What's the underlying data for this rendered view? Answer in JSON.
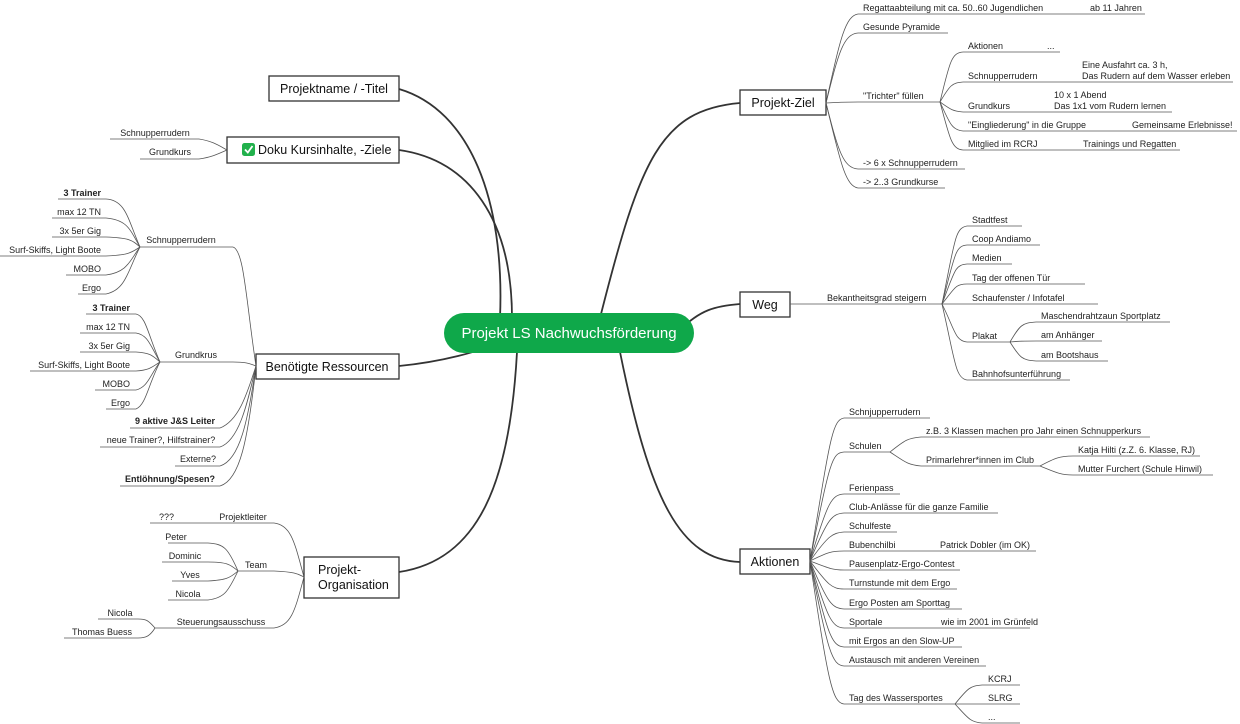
{
  "center": {
    "label": "Projekt LS Nachwuchsförderung",
    "color": "#0fa84a"
  },
  "main": {
    "projektname": "Projektname / -Titel",
    "doku": "Doku Kursinhalte, -Ziele",
    "ressourcen": "Benötigte Ressourcen",
    "organisation": [
      "Projekt-",
      "Organisation"
    ],
    "ziel": "Projekt-Ziel",
    "weg": "Weg",
    "aktionen": "Aktionen"
  },
  "check_color": "#22b14c",
  "doku_items": [
    "Schnupperrudern",
    "Grundkurs"
  ],
  "ressourcen": {
    "schnupper": {
      "label": "Schnupperrudern",
      "items": [
        "3 Trainer",
        "max 12 TN",
        "3x 5er Gig",
        "Surf-Skiffs, Light Boote",
        "MOBO",
        "Ergo"
      ]
    },
    "grundkrus": {
      "label": "Grundkrus",
      "items": [
        "3 Trainer",
        "max 12 TN",
        "3x 5er Gig",
        "Surf-Skiffs, Light Boote",
        "MOBO",
        "Ergo"
      ]
    },
    "other": [
      "9 aktive J&S Leiter",
      "neue Trainer?, Hilfstrainer?",
      "Externe?",
      "Entlöhnung/Spesen?"
    ]
  },
  "organisation": {
    "projektleiter": {
      "label": "Projektleiter",
      "value": "???"
    },
    "team": {
      "label": "Team",
      "members": [
        "Peter",
        "Dominic",
        "Yves",
        "Nicola"
      ]
    },
    "steuerung": {
      "label": "Steuerungsausschuss",
      "members": [
        "Nicola",
        "Thomas Buess"
      ]
    }
  },
  "ziel": {
    "regatta": {
      "label": "Regattaabteilung mit ca. 50..60 Jugendlichen",
      "detail": "ab 11 Jahren"
    },
    "pyramide": "Gesunde Pyramide",
    "trichter": {
      "label": "\"Trichter\" füllen",
      "aktionen": {
        "label": "Aktionen",
        "detail": "..."
      },
      "schnupper": {
        "label": "Schnupperrudern",
        "detail": [
          "Eine Ausfahrt ca. 3 h,",
          "Das Rudern auf dem Wasser erleben"
        ]
      },
      "grundkurs": {
        "label": "Grundkurs",
        "detail": [
          "10 x 1 Abend",
          "Das 1x1 vom Rudern lernen"
        ]
      },
      "eingliederung": {
        "label": "\"Eingliederung\" in die Gruppe",
        "detail": "Gemeinsame Erlebnisse!"
      },
      "mitglied": {
        "label": "Mitglied im RCRJ",
        "detail": "Trainings und Regatten"
      }
    },
    "schnupper_count": "-> 6 x Schnupperrudern",
    "grundkurs_count": "-> 2..3 Grundkurse"
  },
  "weg": {
    "label": "Bekantheitsgrad steigern",
    "items": [
      "Stadtfest",
      "Coop Andiamo",
      "Medien",
      "Tag der offenen Tür",
      "Schaufenster / Infotafel"
    ],
    "plakat": {
      "label": "Plakat",
      "items": [
        "Maschendrahtzaun Sportplatz",
        "am Anhänger",
        "am Bootshaus"
      ]
    },
    "bahnhof": "Bahnhofsunterführung"
  },
  "aktionen": {
    "schnjupper": "Schnjupperrudern",
    "schulen": {
      "label": "Schulen",
      "beispiel": "z.B. 3 Klassen machen pro Jahr einen Schnupperkurs",
      "primar": {
        "label": "Primarlehrer*innen im Club",
        "items": [
          "Katja Hilti (z.Z. 6. Klasse, RJ)",
          "Mutter Furchert (Schule Hinwil)"
        ]
      }
    },
    "ferienpass": "Ferienpass",
    "clubanlaesse": "Club-Anlässe für die ganze Familie",
    "schulfeste": "Schulfeste",
    "bubenchilbi": {
      "label": "Bubenchilbi",
      "detail": "Patrick Dobler (im OK)"
    },
    "pausenplatz": "Pausenplatz-Ergo-Contest",
    "turnstunde": "Turnstunde mit dem Ergo",
    "ergoposten": "Ergo Posten am Sporttag",
    "sportale": {
      "label": "Sportale",
      "detail": "wie im 2001 im Grünfeld"
    },
    "slowup": "mit Ergos an den Slow-UP",
    "austausch": "Austausch mit anderen Vereinen",
    "wassersport": {
      "label": "Tag des Wassersportes",
      "items": [
        "KCRJ",
        "SLRG",
        "..."
      ]
    }
  }
}
